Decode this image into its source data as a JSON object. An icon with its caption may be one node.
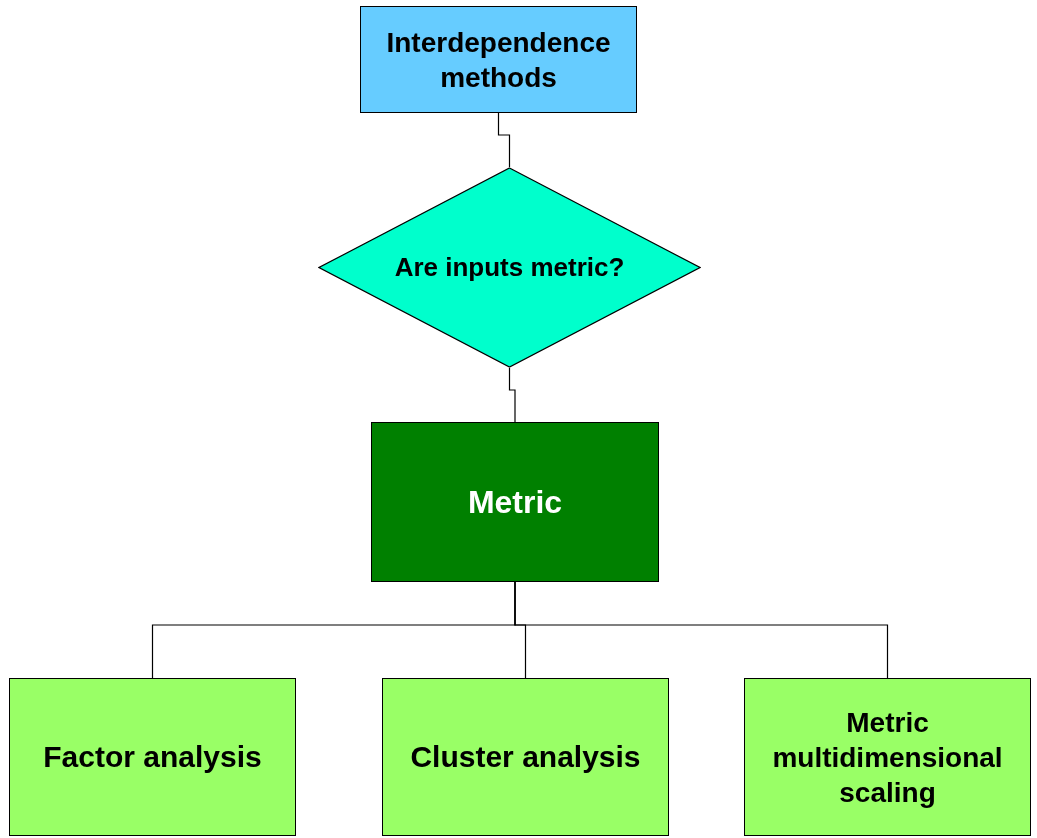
{
  "diagram": {
    "nodes": [
      {
        "text": [
          "Interdependence methods"
        ]
      },
      {
        "text": [
          "Are inputs metric?"
        ]
      },
      {
        "text": [
          "Metric"
        ]
      },
      {
        "text": [
          "Factor analysis"
        ]
      },
      {
        "text": [
          "Cluster analysis"
        ]
      },
      {
        "text": [
          "Metric multidimensional scaling"
        ]
      }
    ],
    "edges": [
      {
        "from": 0,
        "to": 1,
        "arrow": "none"
      },
      {
        "from": 1,
        "to": 2,
        "arrow": "none"
      },
      {
        "from": 2,
        "to": 3,
        "arrow": "none"
      },
      {
        "from": 2,
        "to": 4,
        "arrow": "none"
      },
      {
        "from": 2,
        "to": 5,
        "arrow": "none"
      }
    ]
  }
}
